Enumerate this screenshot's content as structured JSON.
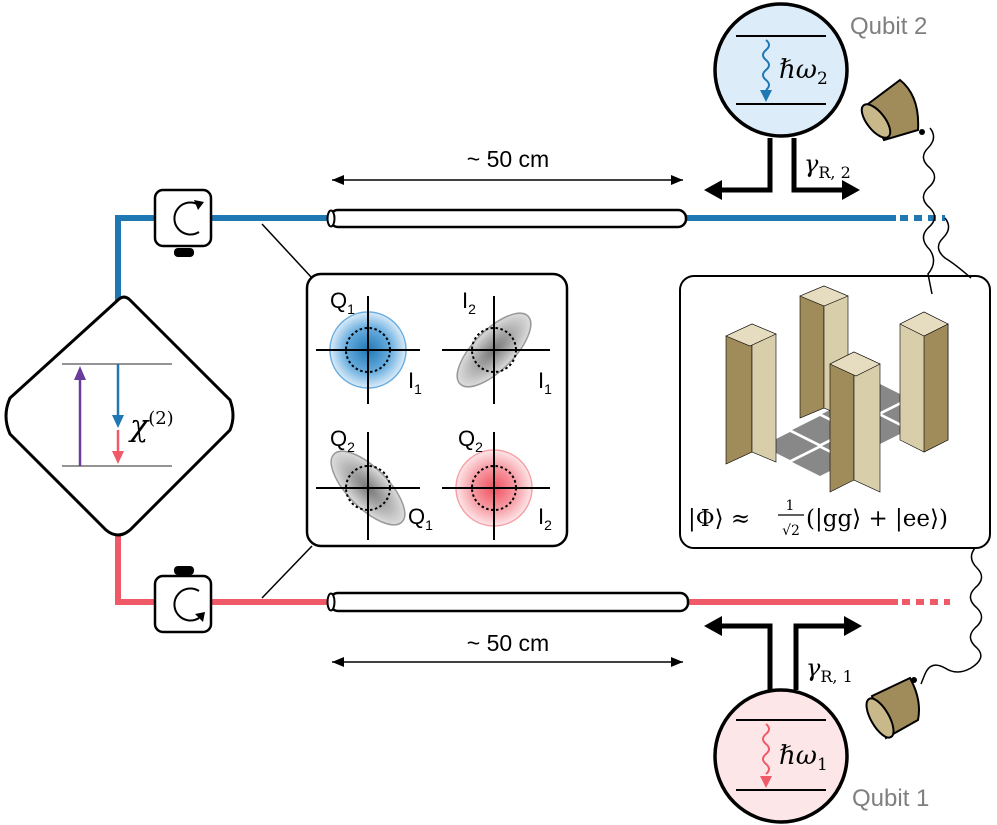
{
  "qubit2": {
    "label": "Qubit 2",
    "photon_symbol": "ℏω",
    "photon_sub": "2",
    "decay_symbol": "γ",
    "decay_sub": "R, 2"
  },
  "qubit1": {
    "label": "Qubit 1",
    "photon_symbol": "ℏω",
    "photon_sub": "1",
    "decay_symbol": "γ",
    "decay_sub": "R, 1"
  },
  "cable_top_length": "~ 50 cm",
  "cable_bottom_length": "~ 50 cm",
  "nonlinearity": {
    "symbol": "χ",
    "order": "(2)"
  },
  "quadrature_panels": [
    {
      "vertical": "Q",
      "vertical_sub": "1",
      "horizontal": "I",
      "horizontal_sub": "1"
    },
    {
      "vertical": "I",
      "vertical_sub": "2",
      "horizontal": "I",
      "horizontal_sub": "1"
    },
    {
      "vertical": "Q",
      "vertical_sub": "2",
      "horizontal": "Q",
      "horizontal_sub": "1"
    },
    {
      "vertical": "Q",
      "vertical_sub": "2",
      "horizontal": "I",
      "horizontal_sub": "2"
    }
  ],
  "bell_state": {
    "lhs": "|Φ⟩ ≈",
    "frac_num": "1",
    "frac_den": "√2",
    "rhs": "(|gg⟩ + |ee⟩)"
  },
  "colors": {
    "blue_line": "#1f77b4",
    "red_line": "#f05a68",
    "qubit2_fill": "#dcecf8",
    "qubit1_fill": "#fde6e8",
    "pump_arrow": "#6a3d9a",
    "bar_front": "#d9ceaa",
    "bar_side": "#a08c5a",
    "label_gray": "#7f7f7f"
  }
}
